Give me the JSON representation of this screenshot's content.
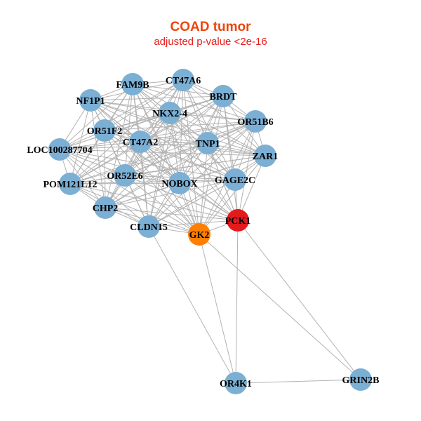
{
  "header": {
    "title": "COAD tumor",
    "subtitle": "adjusted p-value <2e-16"
  },
  "colors": {
    "default_node": "#7bafd4",
    "highlight_red": "#e41a1c",
    "highlight_orange": "#ff7f00",
    "edge": "#b3b3b3"
  },
  "nodes": [
    {
      "id": "FAM9B",
      "label": "FAM9B",
      "color": "default"
    },
    {
      "id": "CT47A6",
      "label": "CT47A6",
      "color": "default"
    },
    {
      "id": "NF1P1",
      "label": "NF1P1",
      "color": "default"
    },
    {
      "id": "BRDT",
      "label": "BRDT",
      "color": "default"
    },
    {
      "id": "NKX2-4",
      "label": "NKX2-4",
      "color": "default"
    },
    {
      "id": "OR51B6",
      "label": "OR51B6",
      "color": "default"
    },
    {
      "id": "OR51F2",
      "label": "OR51F2",
      "color": "default"
    },
    {
      "id": "CT47A2",
      "label": "CT47A2",
      "color": "default"
    },
    {
      "id": "TNP1",
      "label": "TNP1",
      "color": "default"
    },
    {
      "id": "LOC100287704",
      "label": "LOC100287704",
      "color": "default"
    },
    {
      "id": "ZAR1",
      "label": "ZAR1",
      "color": "default"
    },
    {
      "id": "OR52E6",
      "label": "OR52E6",
      "color": "default"
    },
    {
      "id": "NOBOX",
      "label": "NOBOX",
      "color": "default"
    },
    {
      "id": "GAGE2C",
      "label": "GAGE2C",
      "color": "default"
    },
    {
      "id": "POM121L12",
      "label": "POM121L12",
      "color": "default"
    },
    {
      "id": "CHP2",
      "label": "CHP2",
      "color": "default"
    },
    {
      "id": "CLDN15",
      "label": "CLDN15",
      "color": "default"
    },
    {
      "id": "GK2",
      "label": "GK2",
      "color": "orange"
    },
    {
      "id": "PCK1",
      "label": "PCK1",
      "color": "red"
    },
    {
      "id": "OR4K1",
      "label": "OR4K1",
      "color": "default"
    },
    {
      "id": "GRIN2B",
      "label": "GRIN2B",
      "color": "default"
    }
  ],
  "cluster": [
    "FAM9B",
    "CT47A6",
    "NF1P1",
    "BRDT",
    "NKX2-4",
    "OR51B6",
    "OR51F2",
    "CT47A2",
    "TNP1",
    "LOC100287704",
    "ZAR1",
    "OR52E6",
    "NOBOX",
    "GAGE2C",
    "POM121L12",
    "CHP2",
    "CLDN15",
    "GK2",
    "PCK1"
  ],
  "extra_edges": [
    [
      "CLDN15",
      "OR4K1"
    ],
    [
      "GK2",
      "OR4K1"
    ],
    [
      "PCK1",
      "OR4K1"
    ],
    [
      "GK2",
      "GRIN2B"
    ],
    [
      "PCK1",
      "GRIN2B"
    ],
    [
      "OR4K1",
      "GRIN2B"
    ]
  ]
}
